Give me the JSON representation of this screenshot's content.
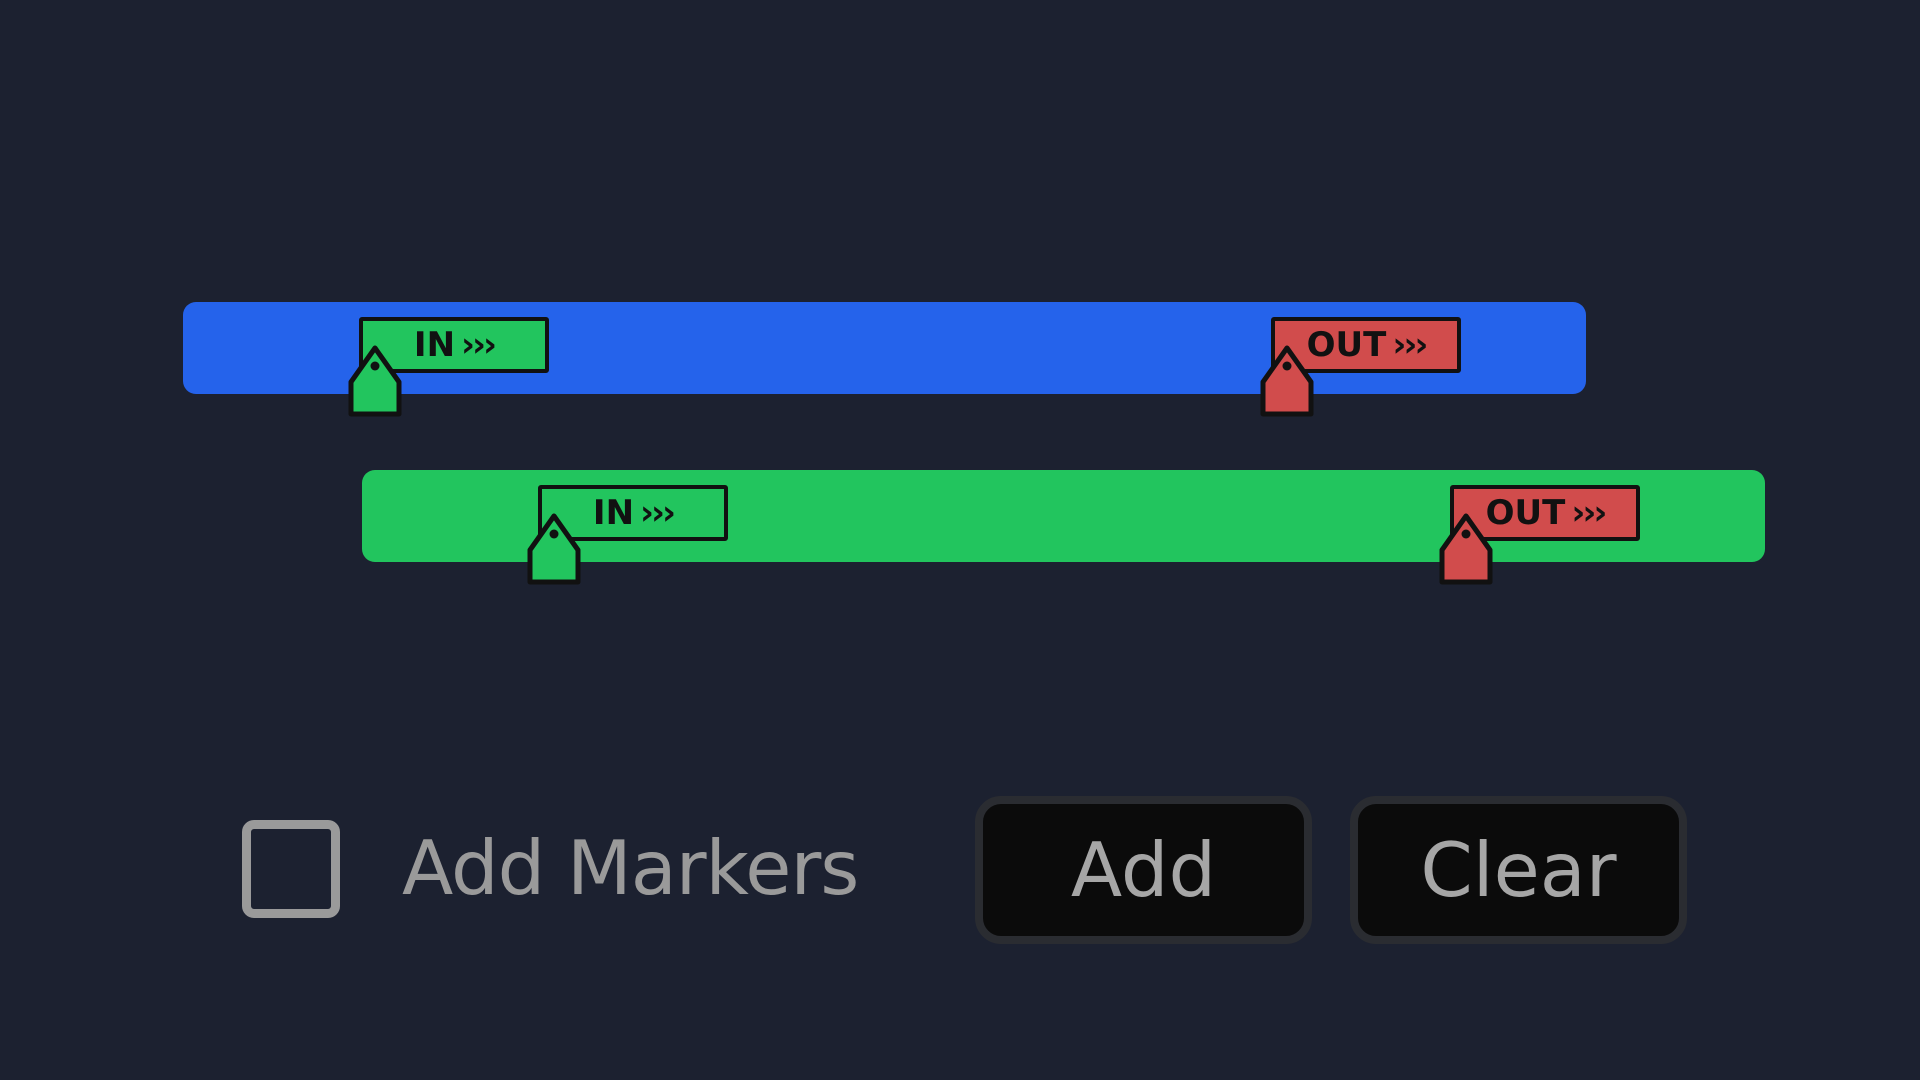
{
  "timeline": {
    "tracks": [
      {
        "id": "blue",
        "color": "#2563eb",
        "in_label": "IN",
        "out_label": "OUT",
        "in_color": "#22c55e",
        "out_color": "#d14c4c"
      },
      {
        "id": "green",
        "color": "#22c55e",
        "in_label": "IN",
        "out_label": "OUT",
        "in_color": "#22c55e",
        "out_color": "#d14c4c"
      }
    ],
    "marker_arrows": "›››"
  },
  "controls": {
    "checkbox_label": "Add Markers",
    "checkbox_checked": false,
    "add_label": "Add",
    "clear_label": "Clear"
  },
  "colors": {
    "background": "#1c2130",
    "button_bg": "#0b0b0b",
    "button_border": "#2a2c31",
    "muted_text": "#9a9a9a"
  }
}
